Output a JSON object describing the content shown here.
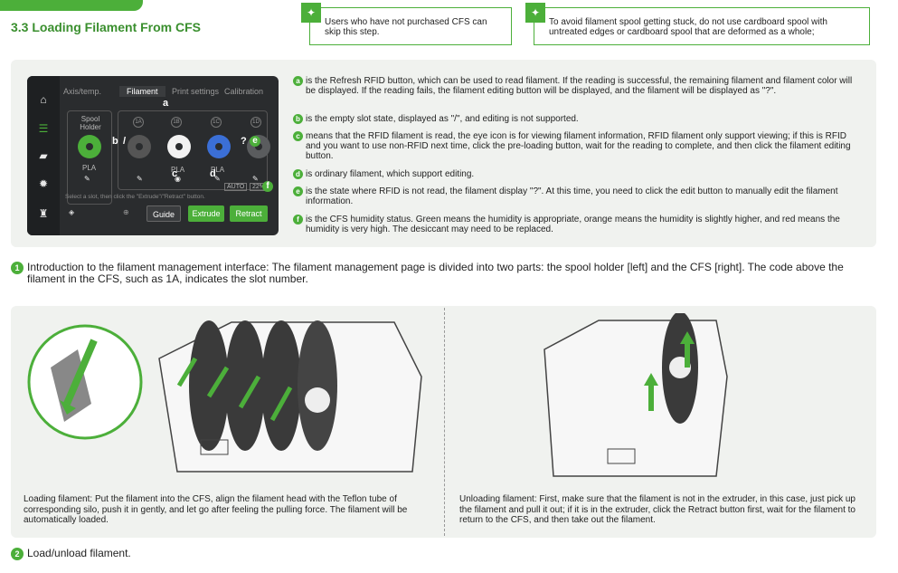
{
  "header": {
    "section_title": "3.3 Loading Filament From CFS"
  },
  "tips": [
    {
      "icon": "lightbulb-icon",
      "text": "Users who have not purchased CFS can skip this step."
    },
    {
      "icon": "lightbulb-icon",
      "text": "To avoid filament spool getting stuck, do not use cardboard spool with untreated edges or cardboard spool that are deformed as a whole;"
    }
  ],
  "screen": {
    "tabs": [
      "Axis/temp.",
      "Filament",
      "Print settings",
      "Calibration"
    ],
    "active_tab": "Filament",
    "spool_holder_label": "Spool Holder",
    "holder_material": "PLA",
    "slot_materials": [
      "PLA",
      "PLA"
    ],
    "slot_codes": [
      "1A",
      "1B",
      "1C",
      "1D"
    ],
    "empty_slot_mark": "/",
    "unknown_slot_mark": "?",
    "humidity_label": "22%",
    "hint": "Select a slot, then click the \"Extrude\"/\"Retract\" button.",
    "buttons": {
      "guide": "Guide",
      "extrude": "Extrude",
      "retract": "Retract"
    },
    "callouts": [
      "a",
      "b",
      "c",
      "d",
      "e",
      "f"
    ]
  },
  "definitions": [
    {
      "key": "a",
      "text": "is the Refresh RFID button, which can be used to read filament. If the reading is successful, the remaining filament and filament color will be displayed. If the reading fails, the filament editing button will be displayed, and the filament will be displayed as \"?\"."
    },
    {
      "key": "b",
      "text": "is the empty slot state, displayed as \"/\", and editing is not supported."
    },
    {
      "key": "c",
      "text": "means that the RFID filament is read, the eye icon is for viewing filament information, RFID filament only support viewing; if this is RFID and you want to use non-RFID next time, click the pre-loading button, wait for the reading to complete, and then click the filament editing button."
    },
    {
      "key": "d",
      "text": "is ordinary filament, which support editing."
    },
    {
      "key": "e",
      "text": "is the state where RFID is not read, the filament display \"?\". At this time, you need to click the edit button to manually edit the filament information."
    },
    {
      "key": "f",
      "text": "is the CFS humidity status. Green means the humidity is appropriate, orange means the humidity is slightly higher, and red means the humidity is very high. The desiccant may need to be replaced."
    }
  ],
  "steps": [
    {
      "num": "1",
      "text": "Introduction to the filament management interface: The filament management page is divided into two parts: the spool holder [left] and the CFS [right]. The code above the filament in the CFS, such as 1A, indicates the slot number."
    },
    {
      "num": "2",
      "text": "Load/unload filament."
    }
  ],
  "captions": {
    "loading": "Loading filament: Put the filament into the CFS, align the filament head with the Teflon tube of corresponding silo, push it in gently, and let go after feeling the pulling force. The filament will be automatically loaded.",
    "unloading": "Unloading filament: First, make sure that the filament is not in the extruder, in this case, just pick up the filament and pull it out; if it is in the extruder, click the Retract button first, wait for the filament to return to the CFS, and then take out the filament."
  },
  "colors": {
    "accent": "#4caf3a",
    "screen_bg": "#2a2c2e",
    "spool_white": "#f2f2f2",
    "spool_blue": "#3b6fd6",
    "spool_green": "#4caf3a"
  }
}
